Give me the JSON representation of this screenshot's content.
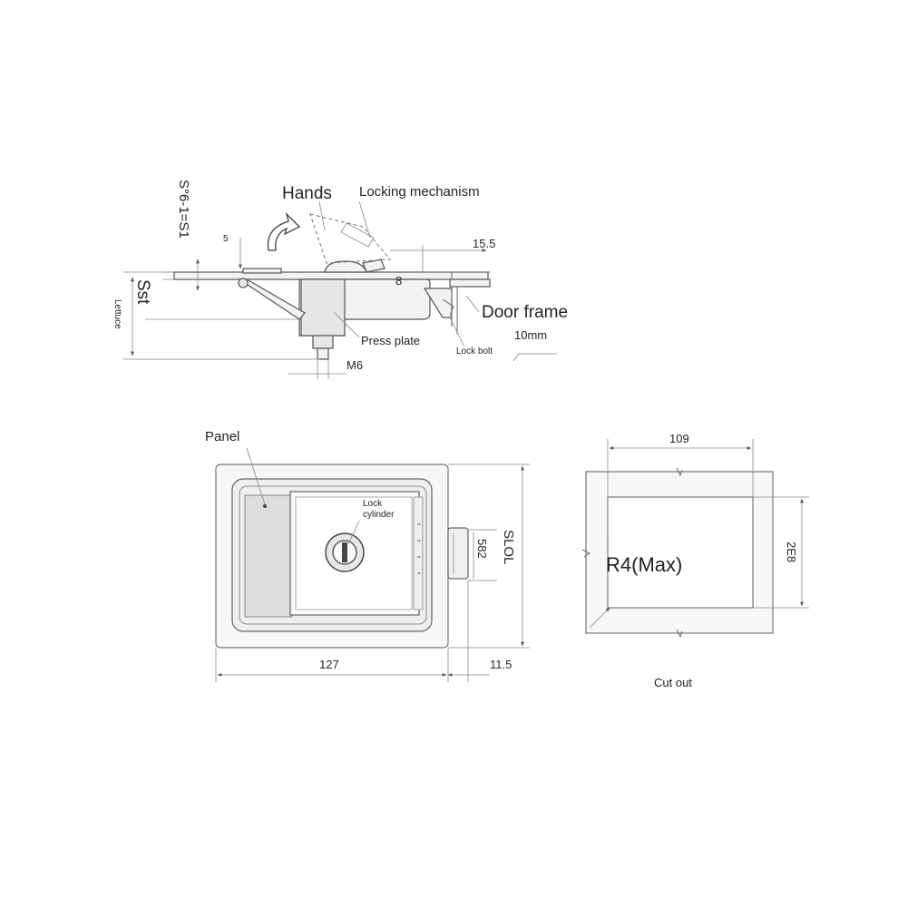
{
  "side_view": {
    "label_hands": "Hands",
    "label_locking_mechanism": "Locking mechanism",
    "dim_vertical_left": "S°6-1=S1",
    "dim_5": "5",
    "dim_15_5": "15.5",
    "dim_8": "8",
    "label_sst": "Sst",
    "label_lettuce": "Lettuce",
    "label_door_frame": "Door frame",
    "label_press_plate": "Press plate",
    "label_10mm": "10mm",
    "label_lock_bolt": "Lock bolt",
    "label_m6": "M6"
  },
  "front_view": {
    "label_panel": "Panel",
    "label_lock_cylinder_1": "Lock",
    "label_lock_cylinder_2": "cylinder",
    "dim_582": "582",
    "dim_slol": "SLOL",
    "dim_127": "127",
    "dim_11_5": "11.5"
  },
  "cutout_view": {
    "dim_109": "109",
    "label_r4": "R4(Max)",
    "dim_2e8": "2E8",
    "label_cut_out": "Cut out"
  }
}
